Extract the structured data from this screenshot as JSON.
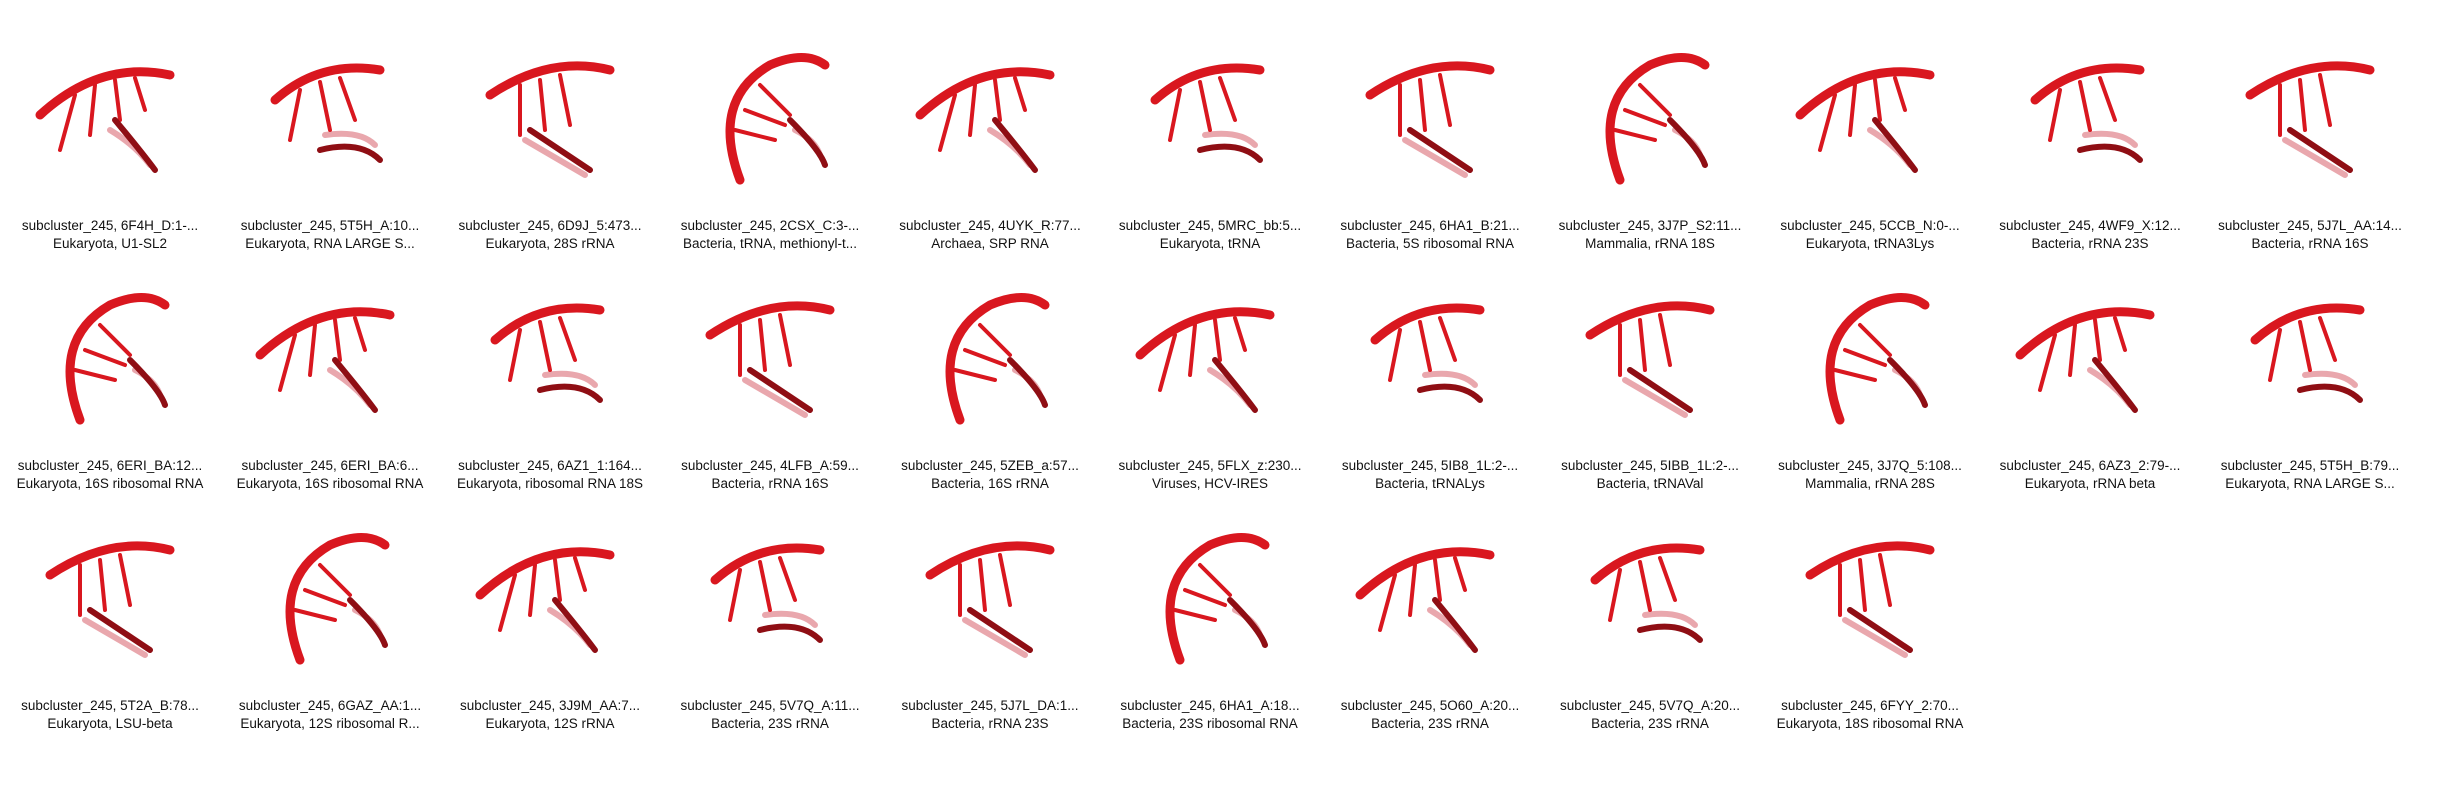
{
  "colors": {
    "strand": "#d9171f",
    "strand_dark": "#8f0e14",
    "strand_light": "#e9a7ad"
  },
  "items": [
    {
      "id": "subcluster_245, 6F4H_D:1-...",
      "desc": "Eukaryota, U1-SL2",
      "icon": "rna-structure-icon"
    },
    {
      "id": "subcluster_245, 5T5H_A:10...",
      "desc": "Eukaryota, RNA LARGE S...",
      "icon": "rna-structure-icon"
    },
    {
      "id": "subcluster_245, 6D9J_5:473...",
      "desc": "Eukaryota, 28S rRNA",
      "icon": "rna-structure-icon"
    },
    {
      "id": "subcluster_245, 2CSX_C:3-...",
      "desc": "Bacteria, tRNA, methionyl-t...",
      "icon": "rna-structure-icon"
    },
    {
      "id": "subcluster_245, 4UYK_R:77...",
      "desc": "Archaea, SRP RNA",
      "icon": "rna-structure-icon"
    },
    {
      "id": "subcluster_245, 5MRC_bb:5...",
      "desc": "Eukaryota, tRNA",
      "icon": "rna-structure-icon"
    },
    {
      "id": "subcluster_245, 6HA1_B:21...",
      "desc": "Bacteria, 5S ribosomal RNA",
      "icon": "rna-structure-icon"
    },
    {
      "id": "subcluster_245, 3J7P_S2:11...",
      "desc": "Mammalia, rRNA 18S",
      "icon": "rna-structure-icon"
    },
    {
      "id": "subcluster_245, 5CCB_N:0-...",
      "desc": "Eukaryota, tRNA3Lys",
      "icon": "rna-structure-icon"
    },
    {
      "id": "subcluster_245, 4WF9_X:12...",
      "desc": "Bacteria, rRNA 23S",
      "icon": "rna-structure-icon"
    },
    {
      "id": "subcluster_245, 5J7L_AA:14...",
      "desc": "Bacteria, rRNA 16S",
      "icon": "rna-structure-icon"
    },
    {
      "id": "subcluster_245, 6ERI_BA:12...",
      "desc": "Eukaryota, 16S ribosomal RNA",
      "icon": "rna-structure-icon"
    },
    {
      "id": "subcluster_245, 6ERI_BA:6...",
      "desc": "Eukaryota, 16S ribosomal RNA",
      "icon": "rna-structure-icon"
    },
    {
      "id": "subcluster_245, 6AZ1_1:164...",
      "desc": "Eukaryota, ribosomal RNA 18S",
      "icon": "rna-structure-icon"
    },
    {
      "id": "subcluster_245, 4LFB_A:59...",
      "desc": "Bacteria, rRNA 16S",
      "icon": "rna-structure-icon"
    },
    {
      "id": "subcluster_245, 5ZEB_a:57...",
      "desc": "Bacteria, 16S rRNA",
      "icon": "rna-structure-icon"
    },
    {
      "id": "subcluster_245, 5FLX_z:230...",
      "desc": "Viruses, HCV-IRES",
      "icon": "rna-structure-icon"
    },
    {
      "id": "subcluster_245, 5IB8_1L:2-...",
      "desc": "Bacteria, tRNALys",
      "icon": "rna-structure-icon"
    },
    {
      "id": "subcluster_245, 5IBB_1L:2-...",
      "desc": "Bacteria, tRNAVal",
      "icon": "rna-structure-icon"
    },
    {
      "id": "subcluster_245, 3J7Q_5:108...",
      "desc": "Mammalia, rRNA 28S",
      "icon": "rna-structure-icon"
    },
    {
      "id": "subcluster_245, 6AZ3_2:79-...",
      "desc": "Eukaryota, rRNA beta",
      "icon": "rna-structure-icon"
    },
    {
      "id": "subcluster_245, 5T5H_B:79...",
      "desc": "Eukaryota, RNA LARGE S...",
      "icon": "rna-structure-icon"
    },
    {
      "id": "subcluster_245, 5T2A_B:78...",
      "desc": "Eukaryota, LSU-beta",
      "icon": "rna-structure-icon"
    },
    {
      "id": "subcluster_245, 6GAZ_AA:1...",
      "desc": "Eukaryota, 12S ribosomal R...",
      "icon": "rna-structure-icon"
    },
    {
      "id": "subcluster_245, 3J9M_AA:7...",
      "desc": "Eukaryota, 12S rRNA",
      "icon": "rna-structure-icon"
    },
    {
      "id": "subcluster_245, 5V7Q_A:11...",
      "desc": "Bacteria, 23S rRNA",
      "icon": "rna-structure-icon"
    },
    {
      "id": "subcluster_245, 5J7L_DA:1...",
      "desc": "Bacteria, rRNA 23S",
      "icon": "rna-structure-icon"
    },
    {
      "id": "subcluster_245, 6HA1_A:18...",
      "desc": "Bacteria, 23S ribosomal RNA",
      "icon": "rna-structure-icon"
    },
    {
      "id": "subcluster_245, 5O60_A:20...",
      "desc": "Bacteria, 23S rRNA",
      "icon": "rna-structure-icon"
    },
    {
      "id": "subcluster_245, 5V7Q_A:20...",
      "desc": "Bacteria, 23S rRNA",
      "icon": "rna-structure-icon"
    },
    {
      "id": "subcluster_245, 6FYY_2:70...",
      "desc": "Eukaryota, 18S ribosomal RNA",
      "icon": "rna-structure-icon"
    }
  ]
}
